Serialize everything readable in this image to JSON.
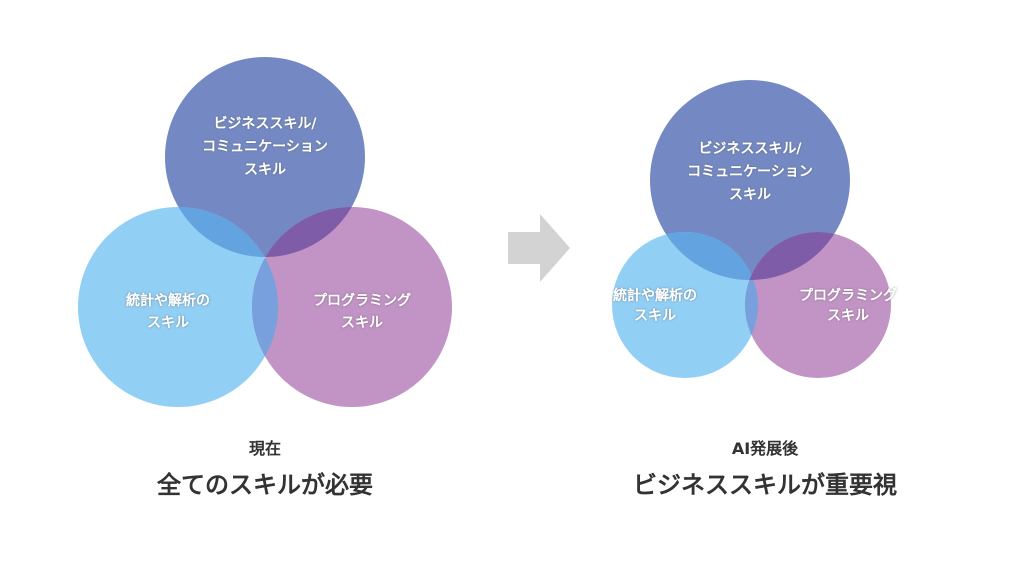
{
  "colors": {
    "business": "#7489c3",
    "stats": "#92cff5",
    "programming": "#c293c5",
    "arrow": "#d3d3d3"
  },
  "left": {
    "business_line1": "ビジネススキル/",
    "business_line2": "コミュニケーション",
    "business_line3": "スキル",
    "stats_line1": "統計や解析の",
    "stats_line2": "スキル",
    "prog_line1": "プログラミング",
    "prog_line2": "スキル",
    "caption_small": "現在",
    "caption_large": "全てのスキルが必要"
  },
  "right": {
    "business_line1": "ビジネススキル/",
    "business_line2": "コミュニケーション",
    "business_line3": "スキル",
    "stats_line1": "統計や解析の",
    "stats_line2": "スキル",
    "prog_line1": "プログラミング",
    "prog_line2": "スキル",
    "caption_small": "AI発展後",
    "caption_large": "ビジネススキルが重要視"
  }
}
